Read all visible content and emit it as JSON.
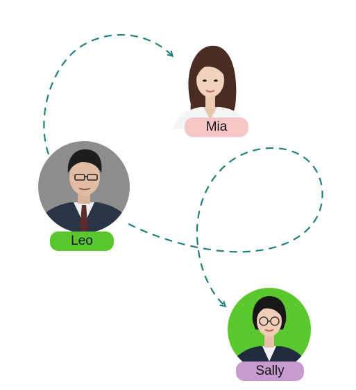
{
  "colors": {
    "arrow": "#1f7f7a",
    "leo_label": "#5bc72e",
    "mia_label": "#f7c7c7",
    "sally_label": "#c79ad0",
    "sally_backdrop": "#5bc72e",
    "leo_backdrop": "#8d8d8d"
  },
  "people": {
    "mia": {
      "name": "Mia",
      "portrait": "woman-portrait-long-hair"
    },
    "leo": {
      "name": "Leo",
      "portrait": "man-portrait-glasses-suit"
    },
    "sally": {
      "name": "Sally",
      "portrait": "woman-portrait-glasses-suit"
    }
  },
  "connections": [
    {
      "from": "leo",
      "to": "mia",
      "style": "dashed-arrow"
    },
    {
      "from": "leo",
      "to": "sally",
      "style": "dashed-arrow-loop"
    }
  ]
}
